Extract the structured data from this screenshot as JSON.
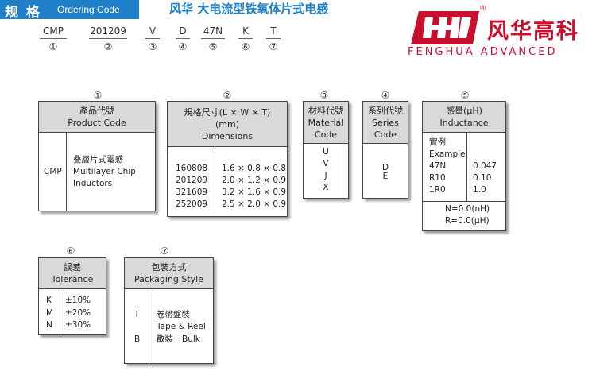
{
  "header": {
    "title": "规 格",
    "subtitle": "Ordering Code",
    "banner": "风华 大电流型铁氧体片式电感"
  },
  "ordering_code": {
    "codes": [
      "CMP",
      "201209",
      "V",
      "D",
      "47N",
      "K",
      "T"
    ],
    "numbers": [
      "①",
      "②",
      "③",
      "④",
      "⑤",
      "⑥",
      "⑦"
    ]
  },
  "logo": {
    "chinese": "风华高科",
    "english": "FENGHUA ADVANCED",
    "registered": "®",
    "brand_color": "#c8102e"
  },
  "product_code": {
    "number": "①",
    "header_cn": "產品代號",
    "header_en": "Product Code",
    "code": "CMP",
    "desc_cn": "叠層片式電感",
    "desc_en_1": "Multilayer Chip",
    "desc_en_2": "Inductors"
  },
  "dimensions": {
    "number": "②",
    "header_1": "規格尺寸(L × W × T)",
    "header_2": "(mm)",
    "header_3": "Dimensions",
    "rows": [
      {
        "code": "160808",
        "size": "1.6 × 0.8 × 0.8"
      },
      {
        "code": "201209",
        "size": "2.0 × 1.2 × 0.9"
      },
      {
        "code": "321609",
        "size": "3.2 × 1.6 × 0.9"
      },
      {
        "code": "252009",
        "size": "2.5 × 2.0 × 0.9"
      }
    ]
  },
  "material_code": {
    "number": "③",
    "header_cn": "材料代號",
    "header_en_1": "Material",
    "header_en_2": "Code",
    "values": [
      "U",
      "V",
      "J",
      "X"
    ]
  },
  "series_code": {
    "number": "④",
    "header_cn": "系列代號",
    "header_en_1": "Series",
    "header_en_2": "Code",
    "values": [
      "D",
      "E"
    ]
  },
  "inductance": {
    "number": "⑤",
    "header_cn": "感量(μH)",
    "header_en": "Inductance",
    "example_cn": "實例",
    "example_en": "Example",
    "rows": [
      {
        "code": "47N",
        "value": "0.047"
      },
      {
        "code": "R10",
        "value": "0.10"
      },
      {
        "code": "1R0",
        "value": "1.0"
      }
    ],
    "note_1": "N=0.0(nH)",
    "note_2": "R=0.0(μH)"
  },
  "tolerance": {
    "number": "⑥",
    "header_cn": "誤差",
    "header_en": "Tolerance",
    "rows": [
      {
        "code": "K",
        "value": "±10%"
      },
      {
        "code": "M",
        "value": "±20%"
      },
      {
        "code": "N",
        "value": "±30%"
      }
    ]
  },
  "packaging": {
    "number": "⑦",
    "header_cn": "包裝方式",
    "header_en": "Packaging Style",
    "rows": [
      {
        "code": "T",
        "cn": "卷帶盤裝",
        "en": "Tape & Reel"
      },
      {
        "code": "B",
        "cn": "散裝",
        "en": "Bulk"
      }
    ]
  }
}
